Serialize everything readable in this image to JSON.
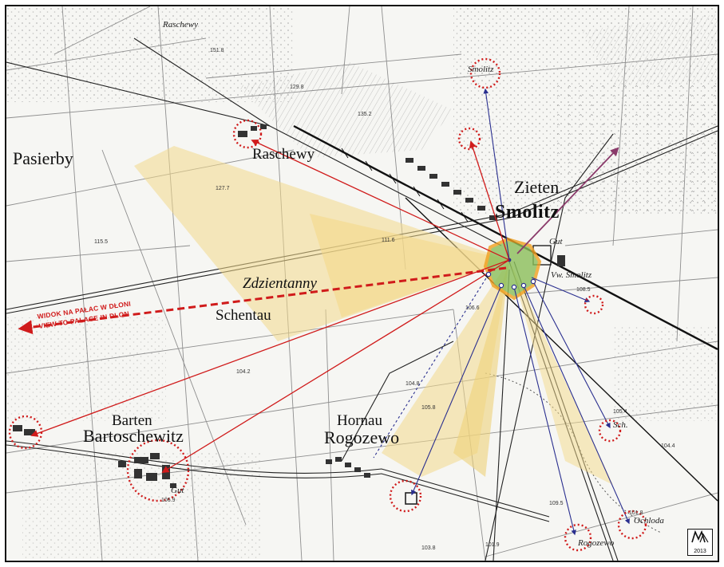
{
  "map": {
    "places": {
      "pasierby": "Pasierby",
      "raschewy": "Raschewy",
      "zieten": "Zieten",
      "smolitz": "Smolitz",
      "zdzientanny": "Zdzientanny",
      "schentau": "Schentau",
      "barten": "Barten",
      "bartoschewitz": "Bartoschewitz",
      "hornau": "Hornau",
      "rogozewo": "Rogozewo",
      "gut": "Gut",
      "vw_smolitz": "Vw. Smolitz",
      "ochloda": "Ochloda",
      "sch": "Sch.",
      "rogozewo_small": "Rogozewo",
      "gut_small": "Gut",
      "rasche": "Raschewy",
      "smolitz_north": "Smolitz"
    },
    "annotation": {
      "line1": "WIDOK NA PAŁAC W DŁONI",
      "line2": "VIEW TO PALACE IN DLON"
    },
    "elevations": [
      "151.8",
      "135.2",
      "129.8",
      "127.7",
      "111.6",
      "115.5",
      "108.5",
      "106.6",
      "104.8",
      "105.8",
      "104.2",
      "105.4",
      "104.4",
      "101.8",
      "101.9",
      "103.8",
      "106.9",
      "109.5"
    ],
    "logo": {
      "mark": "MW",
      "year": "2013"
    },
    "colors": {
      "sightline_red": "#d01b1b",
      "sightline_blue": "#2a2f8f",
      "sightline_purple": "#8a3a6a",
      "viewshed_yellow": "#f3d98a",
      "palace_green": "#8bbf5a",
      "palace_orange": "#f0a020"
    },
    "icons": [
      "manor-circle-marker",
      "palace-marker",
      "logo-mark"
    ]
  }
}
